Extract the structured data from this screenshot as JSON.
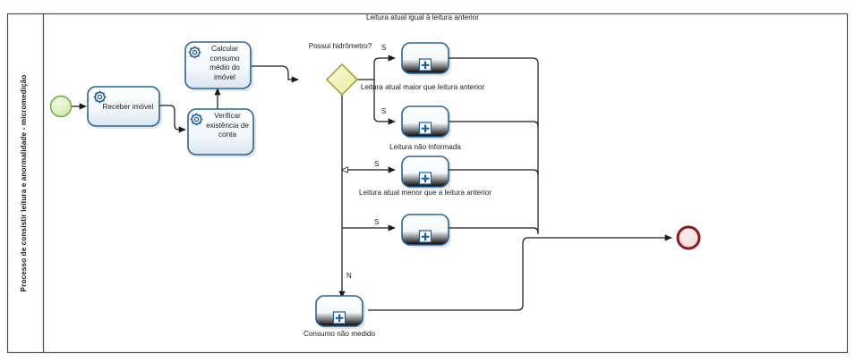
{
  "diagram": {
    "type": "bpmn-process-diagram",
    "pool": {
      "lane_label": "Processo de consistir leitura e anormalidade - micromedição"
    },
    "colors": {
      "task_border": "#2a6496",
      "task_fill_top": "#ffffff",
      "task_fill_bottom": "#dfeaf5",
      "gateway_border": "#9c9c33",
      "gateway_fill": "#f2f2b0",
      "start_border": "#6aa84f",
      "start_fill": "#ddf0b5",
      "end_border": "#8b1a1a",
      "end_fill": "#fbe3e3",
      "flow_line": "#1a1a1a",
      "pool_border": "#4d4d4d",
      "plus_marker": "#1f5f92"
    },
    "events": [
      {
        "id": "start",
        "name": "start-event",
        "kind": "start",
        "label": ""
      },
      {
        "id": "end",
        "name": "end-event",
        "kind": "end",
        "label": ""
      }
    ],
    "gateway": {
      "id": "gw-hidrometro",
      "label": "Possui hidrômetro?",
      "kind": "exclusive"
    },
    "tasks": [
      {
        "id": "t1",
        "label": "Receber imóvel",
        "icon": "gear-icon",
        "kind": "service-task"
      },
      {
        "id": "t2",
        "label": "Calcular consumo médio do imóvel",
        "icon": "gear-icon",
        "kind": "service-task"
      },
      {
        "id": "t3",
        "label": "Verificar existência de conta",
        "icon": "gear-icon",
        "kind": "service-task"
      }
    ],
    "subprocesses": [
      {
        "id": "sp1",
        "label": "Leitura atual igual à leitura anterior",
        "marker": "plus-icon",
        "label_position": "above"
      },
      {
        "id": "sp2",
        "label": "Leitura atual maior que leitura anterior",
        "marker": "plus-icon",
        "label_position": "above"
      },
      {
        "id": "sp3",
        "label": "Leitura não informada",
        "marker": "plus-icon",
        "label_position": "above"
      },
      {
        "id": "sp4",
        "label": "Leitura atual menor que a leitura anterior",
        "marker": "plus-icon",
        "label_position": "above"
      },
      {
        "id": "sp5",
        "label": "Consumo não medido",
        "marker": "plus-icon",
        "label_position": "below"
      }
    ],
    "flow_labels": [
      {
        "id": "f1",
        "text": "S"
      },
      {
        "id": "f2",
        "text": "S"
      },
      {
        "id": "f3",
        "text": "S"
      },
      {
        "id": "f4",
        "text": "S"
      },
      {
        "id": "f5",
        "text": "N"
      }
    ]
  }
}
